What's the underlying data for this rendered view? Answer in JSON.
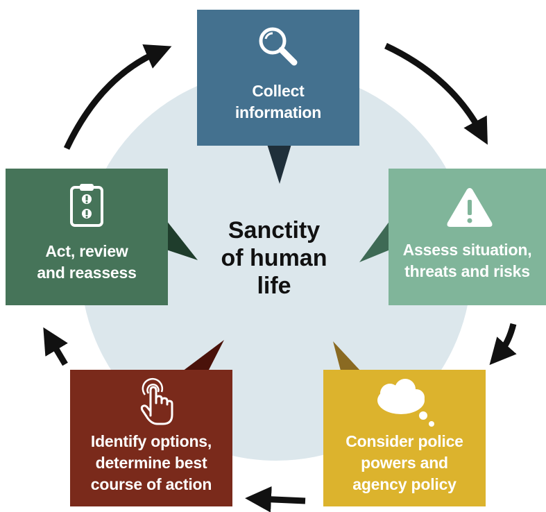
{
  "center": {
    "lines": [
      "Sanctity",
      "of human",
      "life"
    ]
  },
  "steps": [
    {
      "id": "collect",
      "lines": [
        "Collect",
        "information"
      ],
      "icon": "magnifying-glass-icon",
      "color": "#44718f"
    },
    {
      "id": "assess",
      "lines": [
        "Assess situation,",
        "threats and risks"
      ],
      "icon": "warning-triangle-icon",
      "color": "#80b59a"
    },
    {
      "id": "consider",
      "lines": [
        "Consider police",
        "powers and",
        "agency policy"
      ],
      "icon": "thought-bubble-icon",
      "color": "#dcb32d"
    },
    {
      "id": "identify",
      "lines": [
        "Identify options,",
        "determine best",
        "course of action"
      ],
      "icon": "touch-hand-icon",
      "color": "#7a2a1b"
    },
    {
      "id": "act",
      "lines": [
        "Act, review",
        "and reassess"
      ],
      "icon": "clipboard-icon",
      "color": "#467459"
    }
  ],
  "colors": {
    "circle": "#dce7ec",
    "arrow": "#111111"
  }
}
